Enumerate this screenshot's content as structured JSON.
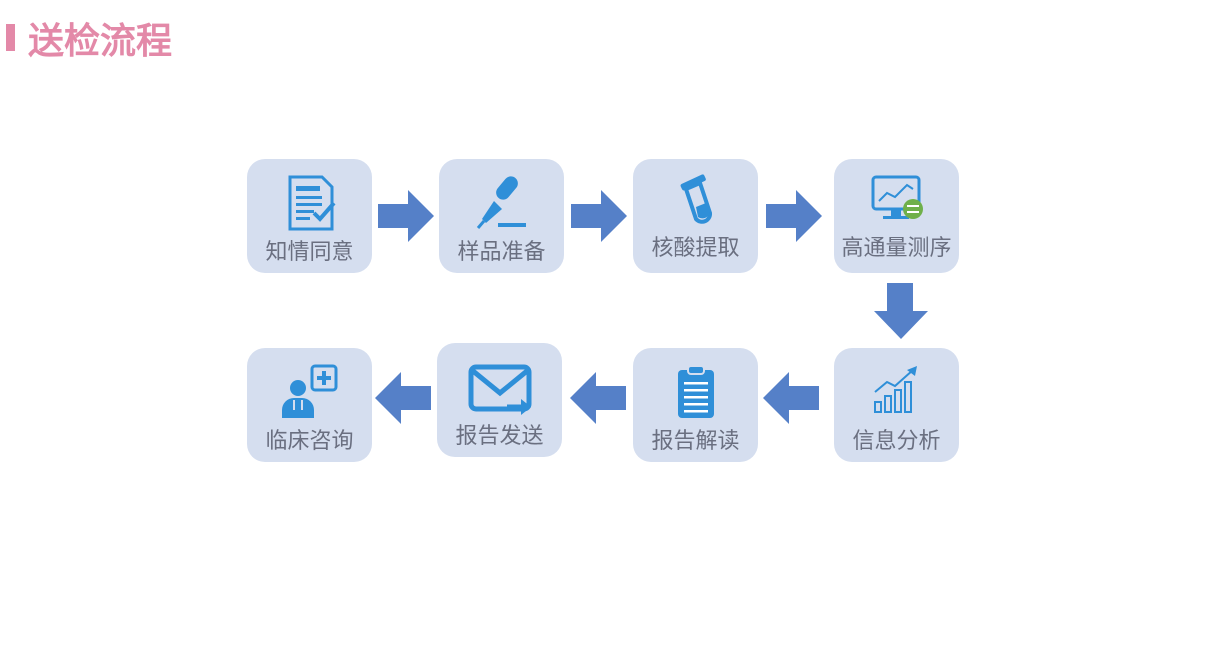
{
  "page": {
    "title": "送检流程"
  },
  "steps": [
    {
      "label": "知情同意",
      "icon": "document-check-icon"
    },
    {
      "label": "样品准备",
      "icon": "pipette-icon"
    },
    {
      "label": "核酸提取",
      "icon": "test-tube-icon"
    },
    {
      "label": "高通量测序",
      "icon": "monitor-sequencing-icon"
    },
    {
      "label": "信息分析",
      "icon": "growth-chart-icon"
    },
    {
      "label": "报告解读",
      "icon": "clipboard-icon"
    },
    {
      "label": "报告发送",
      "icon": "mail-send-icon"
    },
    {
      "label": "临床咨询",
      "icon": "doctor-icon"
    }
  ],
  "colors": {
    "accent": "#e389a8",
    "card": "#d5deef",
    "arrow": "#5580c8",
    "icon": "#2f8fd8",
    "text": "#6a6f80"
  }
}
